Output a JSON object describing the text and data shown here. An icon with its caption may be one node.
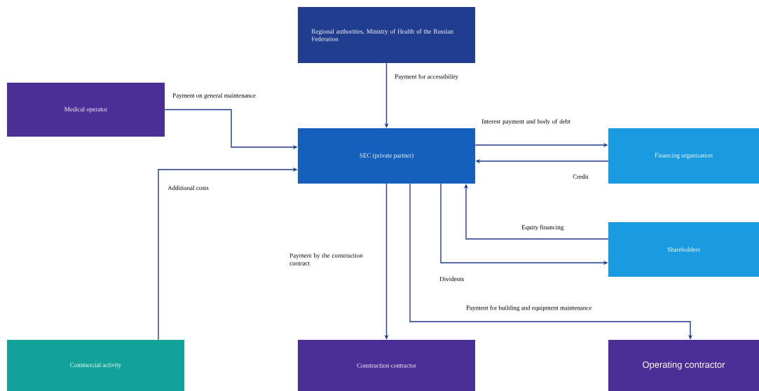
{
  "diagram": {
    "nodes": [
      {
        "text": [
          "Regional authorities, Ministry of Health of the Russian Federation"
        ]
      },
      {
        "text": [
          "Medical operator"
        ]
      },
      {
        "text": [
          "SEC (private partner)"
        ]
      },
      {
        "text": [
          "Financing organization"
        ]
      },
      {
        "text": [
          "Shareholders"
        ]
      },
      {
        "text": [
          "Commercial activity"
        ]
      },
      {
        "text": [
          "Construction contractor"
        ]
      },
      {
        "text": [
          "Operating contractor"
        ]
      }
    ],
    "edges": [
      {
        "from": 0,
        "to": 2,
        "arrow": "to",
        "label": "Payment for accessibility"
      },
      {
        "from": 1,
        "to": 2,
        "arrow": "to",
        "label": "Payment on general maintenance"
      },
      {
        "from": 5,
        "to": 2,
        "arrow": "to",
        "label": "Additional costs"
      },
      {
        "from": 2,
        "to": 3,
        "arrow": "to",
        "label": "Interest payment and body of debt"
      },
      {
        "from": 3,
        "to": 2,
        "arrow": "to",
        "label": "Credit"
      },
      {
        "from": 4,
        "to": 2,
        "arrow": "to",
        "label": "Equity financing"
      },
      {
        "from": 2,
        "to": 4,
        "arrow": "to",
        "label": "Dividents"
      },
      {
        "from": 2,
        "to": 6,
        "arrow": "to",
        "label": "Payment by the construction contract"
      },
      {
        "from": 2,
        "to": 7,
        "arrow": "to",
        "label": "Payment for building and equipment maintenance"
      }
    ]
  }
}
